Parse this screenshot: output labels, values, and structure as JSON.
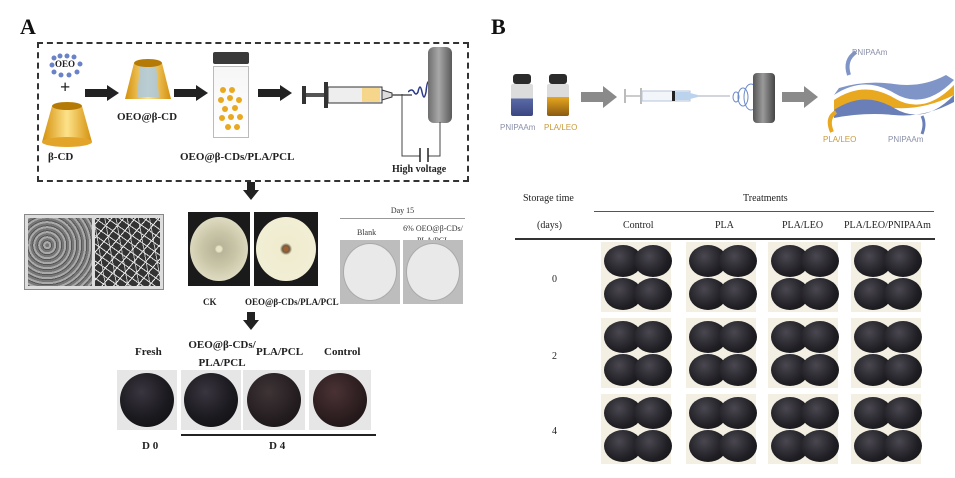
{
  "panel_a": {
    "label": "A",
    "synthesis": {
      "oeo": "OEO",
      "plus": "+",
      "beta_cd": "β-CD",
      "complex": "OEO@β-CD",
      "solution": "OEO@β-CDs/PLA/PCL",
      "high_voltage": "High voltage"
    },
    "antifungal": {
      "labels": [
        "CK",
        "OEO@β-CDs/PLA/PCL"
      ]
    },
    "insect_test": {
      "title": "Day 15",
      "labels": [
        "Blank",
        "6% OEO@β-CDs/",
        "PLA/PCL"
      ]
    },
    "fruit": {
      "labels": [
        "Fresh",
        "OEO@β-CDs/",
        "PLA/PCL",
        "PLA/PCL",
        "Control"
      ],
      "day0": "D 0",
      "day4": "D 4"
    }
  },
  "panel_b": {
    "label": "B",
    "process": {
      "vial1": "PNIPAAm",
      "vial2": "PLA/LEO",
      "layer_top": "PNIPAAm",
      "layer_mid": "PLA/LEO",
      "layer_bottom": "PNIPAAm"
    },
    "table": {
      "col_header_1": "Storage time",
      "col_header_1b": "(days)",
      "group_header": "Treatments",
      "treatments": [
        "Control",
        "PLA",
        "PLA/LEO",
        "PLA/LEO/PNIPAAm"
      ],
      "rows": [
        "0",
        "2",
        "4"
      ]
    }
  },
  "colors": {
    "gold": "#e8a820",
    "blue": "#6a7fb8",
    "arrow_gray": "#8a8a8a"
  }
}
